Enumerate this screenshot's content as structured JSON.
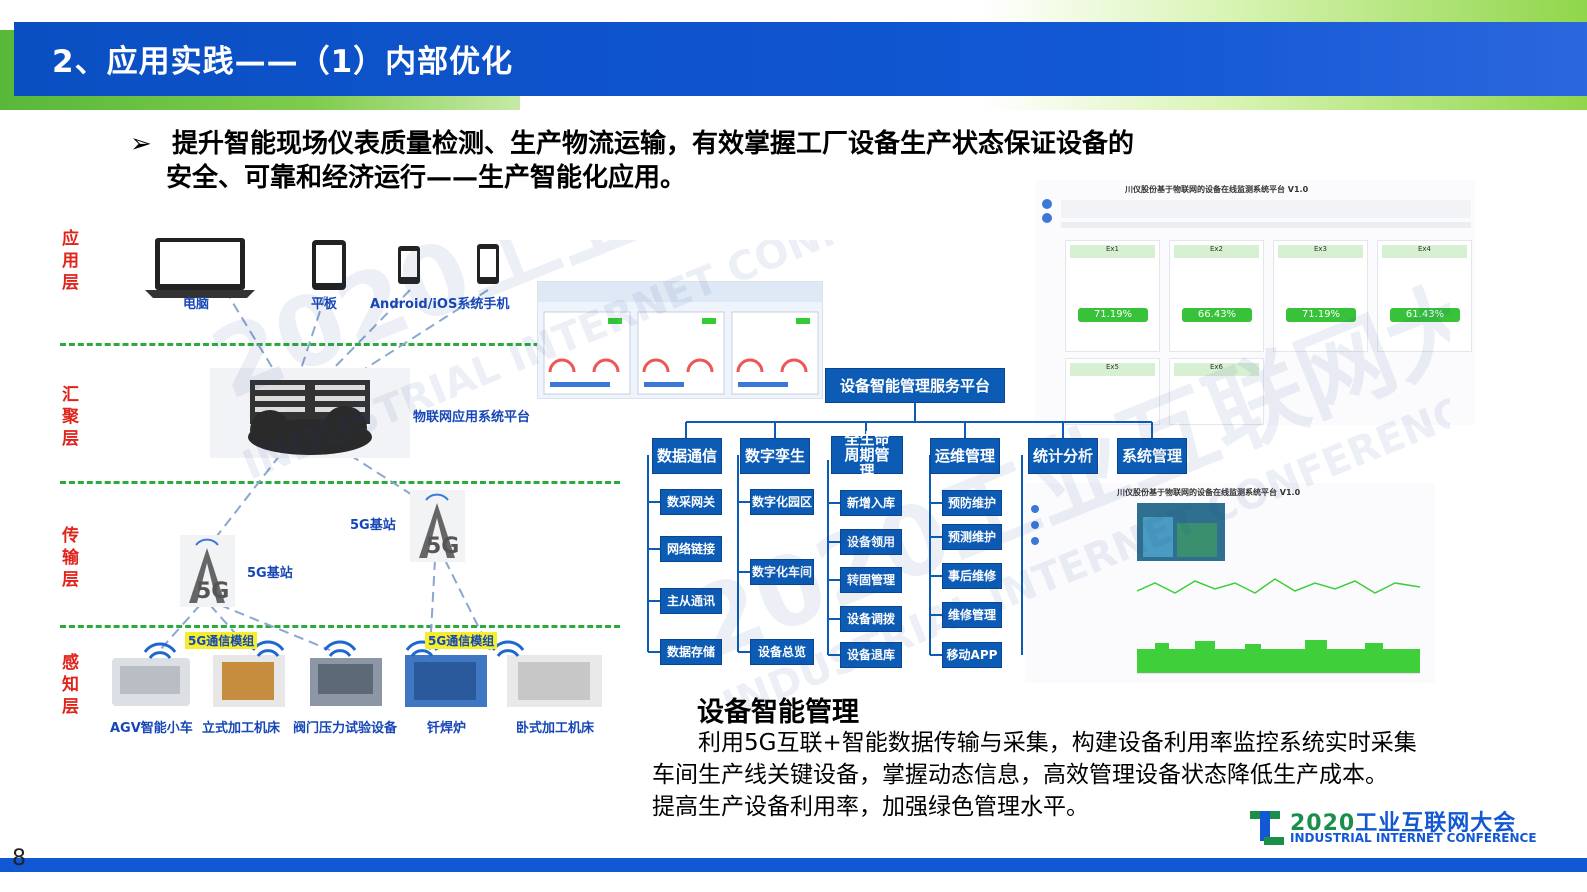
{
  "header": {
    "title": "2、应用实践——（1）内部优化"
  },
  "bullet": {
    "arrow": "➢",
    "line1": "提升智能现场仪表质量检测、生产物流运输，有效掌握工厂设备生产状态保证设备的",
    "line2": "安全、可靠和经济运行——生产智能化应用。"
  },
  "watermark": {
    "main": "2020工业互联网大会",
    "sub": "INDUSTRIAL INTERNET CONFERENCE"
  },
  "layers": [
    "应用层",
    "汇聚层",
    "传输层",
    "感知层"
  ],
  "diagram": {
    "devices": [
      "电脑",
      "平板",
      "Android/iOS系统手机"
    ],
    "platform": "物联网应用系统平台",
    "base_station_1": "5G基站",
    "base_station_2": "5G基站",
    "module_1": "5G通信模组",
    "module_2": "5G通信模组",
    "equipment": [
      "AGV智能小车",
      "立式加工机床",
      "阀门压力试验设备",
      "钎焊炉",
      "卧式加工机床"
    ]
  },
  "org": {
    "root": "设备智能管理服务平台",
    "categories": [
      {
        "label": "数据通信",
        "items": [
          "数采网关",
          "网络链接",
          "主从通讯",
          "数据存储"
        ]
      },
      {
        "label": "数字孪生",
        "items": [
          "数字化园区",
          "数字化车间",
          "设备总览"
        ]
      },
      {
        "label": "全生命周期管理",
        "items": [
          "新增入库",
          "设备领用",
          "转固管理",
          "设备调拨",
          "设备退库"
        ]
      },
      {
        "label": "运维管理",
        "items": [
          "预防维护",
          "预测维护",
          "事后维修",
          "维修管理",
          "移动APP"
        ]
      },
      {
        "label": "统计分析",
        "items": []
      },
      {
        "label": "系统管理",
        "items": []
      }
    ]
  },
  "dashboard_top": {
    "title": "川仪股份基于物联网的设备在线监测系统平台 V1.0",
    "cards": [
      "Ex1",
      "Ex2",
      "Ex3",
      "Ex4",
      "Ex5",
      "Ex6"
    ],
    "rates": [
      "71.19%",
      "66.43%",
      "71.19%",
      "61.43%"
    ]
  },
  "dashboard_bottom": {
    "title": "川仪股份基于物联网的设备在线监测系统平台 V1.0"
  },
  "section": {
    "title": "设备智能管理",
    "line1": "利用5G互联+智能数据传输与采集，构建设备利用率监控系统实时采集",
    "line2": "车间生产线关键设备，掌握动态信息，高效管理设备状态降低生产成本。",
    "line3": "提高生产设备利用率，加强绿色管理水平。"
  },
  "footer": {
    "page_number": "8",
    "logo_year": "2020",
    "logo_name": "工业互联网大会",
    "logo_sub": "INDUSTRIAL INTERNET CONFERENCE"
  },
  "colors": {
    "blue": "#1257d4",
    "green": "#2daa3e",
    "red": "#e0241b",
    "org_blue": "#0c5bb5",
    "bar_green": "#3fcf3a"
  }
}
